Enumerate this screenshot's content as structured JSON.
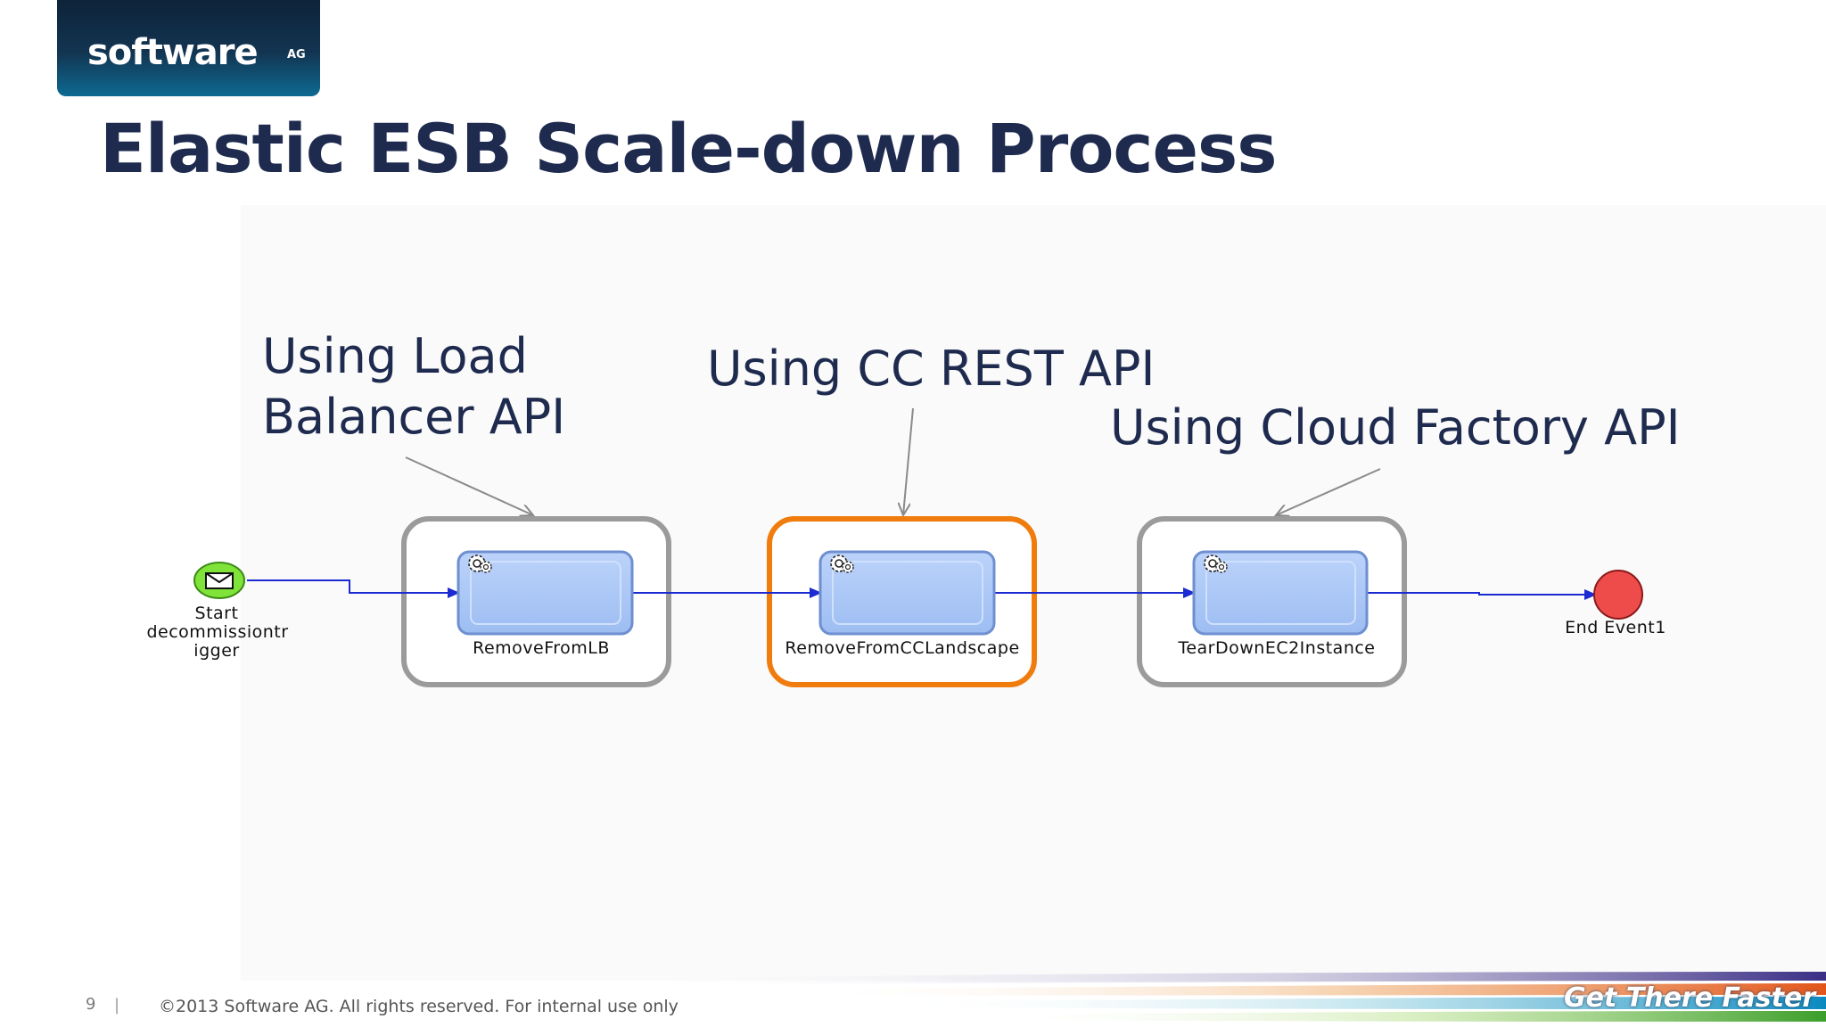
{
  "logo": {
    "wordmark": "software",
    "suffix": "AG"
  },
  "slide": {
    "title": "Elastic ESB Scale-down Process"
  },
  "annotations": {
    "load_balancer_line1": "Using Load",
    "load_balancer_line2": "Balancer API",
    "cc_rest": "Using CC REST API",
    "cloud_factory": "Using Cloud Factory API"
  },
  "process": {
    "start_event": {
      "line1": "Start",
      "line2": "decommissiontr",
      "line3": "igger"
    },
    "tasks": [
      {
        "label": "RemoveFromLB",
        "highlight": "gray"
      },
      {
        "label": "RemoveFromCCLandscape",
        "highlight": "orange"
      },
      {
        "label": "TearDownEC2Instance",
        "highlight": "gray"
      }
    ],
    "end_event": {
      "label": "End Event1"
    }
  },
  "colors": {
    "title": "#1e2b4f",
    "task_fill": "#a9c6f6",
    "task_border": "#6e8fd0",
    "flow": "#1c2ad1",
    "start": "#7fe33a",
    "end": "#ee4b4b",
    "highlight_gray": "#9b9b9b",
    "highlight_orange": "#ef7c0c"
  },
  "footer": {
    "page_number": "9",
    "separator": "|",
    "copyright": "©2013 Software AG. All rights reserved. For internal use only",
    "tagline": "Get There Faster"
  }
}
